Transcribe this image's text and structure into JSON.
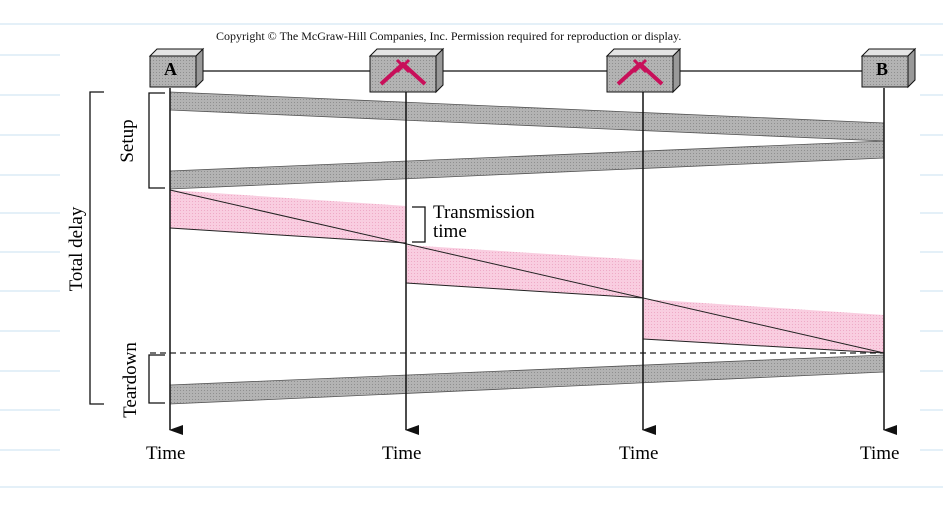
{
  "copyright": "Copyright © The McGraw-Hill Companies, Inc. Permission required for reproduction or display.",
  "nodes": {
    "a_label": "A",
    "b_label": "B"
  },
  "labels": {
    "setup": "Setup",
    "total_delay": "Total delay",
    "teardown": "Teardown",
    "transmission_line1": "Transmission",
    "transmission_line2": "time"
  },
  "time_labels": [
    "Time",
    "Time",
    "Time",
    "Time"
  ],
  "colors": {
    "gray_band": "#a9a9a9",
    "pink_band": "#f7c9dc",
    "switch_icon": "#c8105a",
    "page_rule": "#cfe6f3"
  },
  "icons": [
    "switch-icon",
    "switch-icon"
  ]
}
